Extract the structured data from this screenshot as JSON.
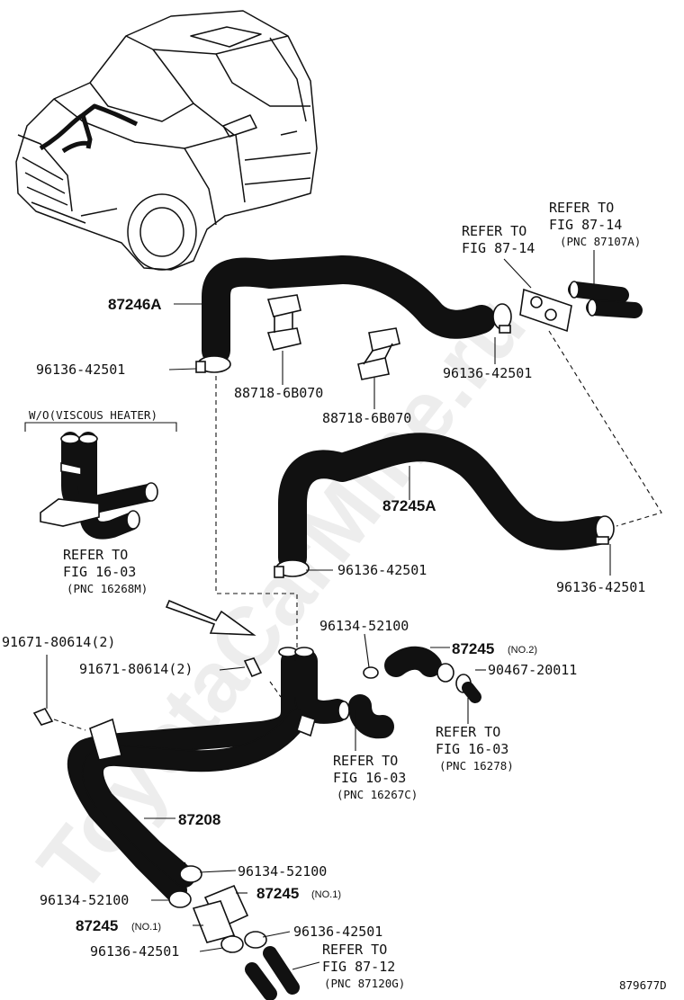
{
  "watermark": "ToyotaCarMine.ru",
  "figure_id": "879677D",
  "variant_label": "W/O(VISCOUS HEATER)",
  "parts": {
    "hose_87246A": "87246A",
    "hose_87245A": "87245A",
    "pipe_87208": "87208",
    "hose_87245_no2": "87245",
    "hose_87245_no1_right": "87245",
    "hose_87245_no1_left": "87245",
    "no2": "(NO.2)",
    "no1": "(NO.1)",
    "clamp_96136_42501": "96136-42501",
    "clamp_96134_52100": "96134-52100",
    "clamp_88718_6B070": "88718-6B070",
    "bolt_91671_80614_2": "91671-80614(2)",
    "plug_90467_20011": "90467-20011"
  },
  "refs": {
    "refer_to": "REFER TO",
    "fig_87_14": "FIG 87-14",
    "fig_16_03": "FIG 16-03",
    "fig_87_12": "FIG 87-12",
    "pnc_87107A": "(PNC 87107A)",
    "pnc_16268M": "(PNC 16268M)",
    "pnc_16278": "(PNC 16278)",
    "pnc_16267C": "(PNC 16267C)",
    "pnc_87120G": "(PNC 87120G)"
  }
}
